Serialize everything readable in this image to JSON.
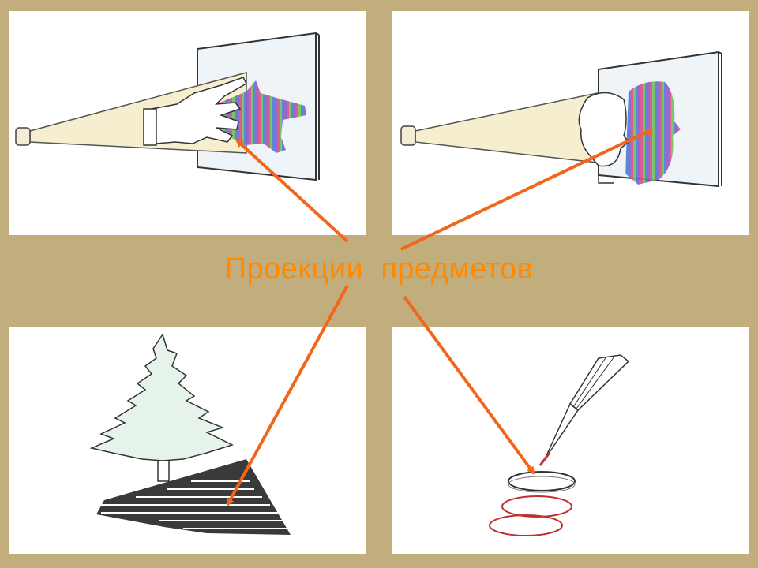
{
  "title": "Проекции  предметов",
  "colors": {
    "background": "#c2ad7c",
    "title": "#ff8a00",
    "arrow": "#f2661c",
    "panel": "#ffffff"
  },
  "panels": [
    "hand-shadow",
    "head-shadow",
    "tree-shadow",
    "pencil-circles"
  ]
}
